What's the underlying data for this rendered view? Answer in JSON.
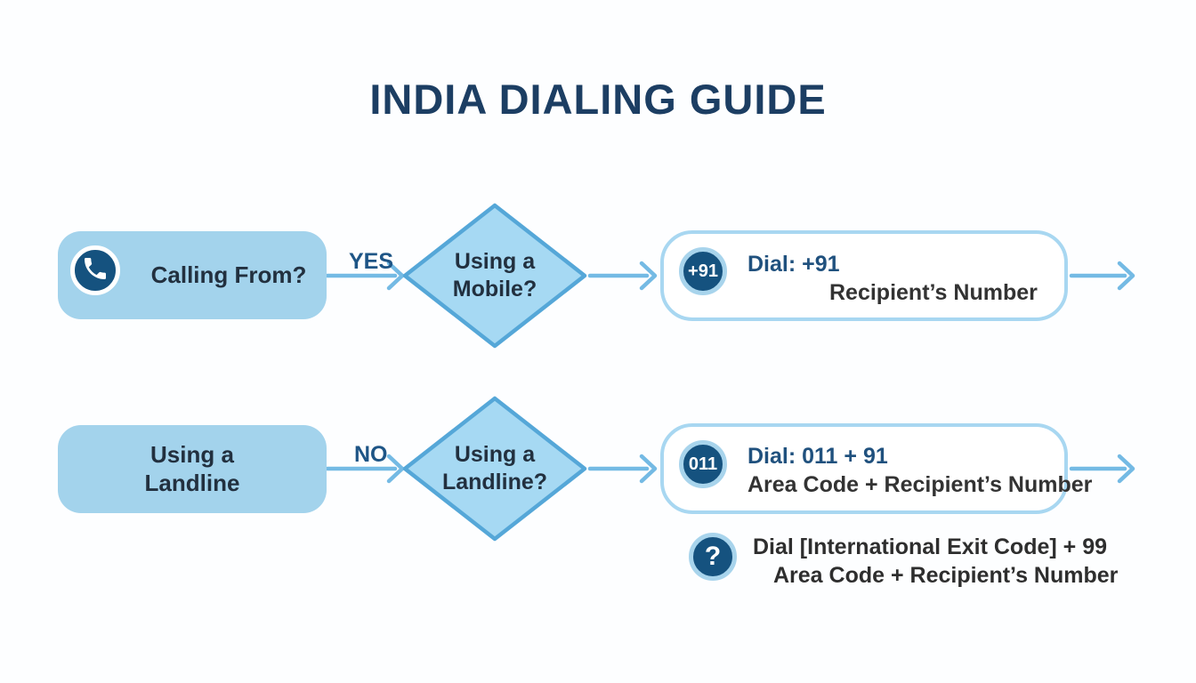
{
  "title": "INDIA DIALING GUIDE",
  "colors": {
    "title_navy": "#1c3e63",
    "box_fill_light_blue": "#a3d3ec",
    "diamond_fill": "#a6d9f3",
    "diamond_border": "#55a7d8",
    "arrow_blue": "#74bae4",
    "result_border_blue": "#a8d7f1",
    "badge_navy": "#15527f",
    "badge_ring_blue": "#a8d4ec",
    "dial_text_navy": "#20517e",
    "body_text_dark": "#333333",
    "branch_label_navy": "#1e5586"
  },
  "flow": {
    "rows": [
      {
        "source": {
          "label": "Calling From?",
          "icon": "phone"
        },
        "branch_label": "YES",
        "decision": {
          "line1": "Using a",
          "line2": "Mobile?"
        },
        "result": {
          "badge": "+91",
          "line1": "Dial: +91",
          "line2": "Recipient’s Number"
        }
      },
      {
        "source": {
          "line1": "Using a",
          "line2": "Landline"
        },
        "branch_label": "NO",
        "decision": {
          "line1": "Using a",
          "line2": "Landline?"
        },
        "result": {
          "badge": "011",
          "line1": "Dial: 011 + 91",
          "line2": "Area Code + Recipient’s Number"
        }
      }
    ],
    "note": {
      "badge": "?",
      "line1": "Dial [International Exit Code] + 99",
      "line2": "Area Code + Recipient’s Number"
    }
  }
}
